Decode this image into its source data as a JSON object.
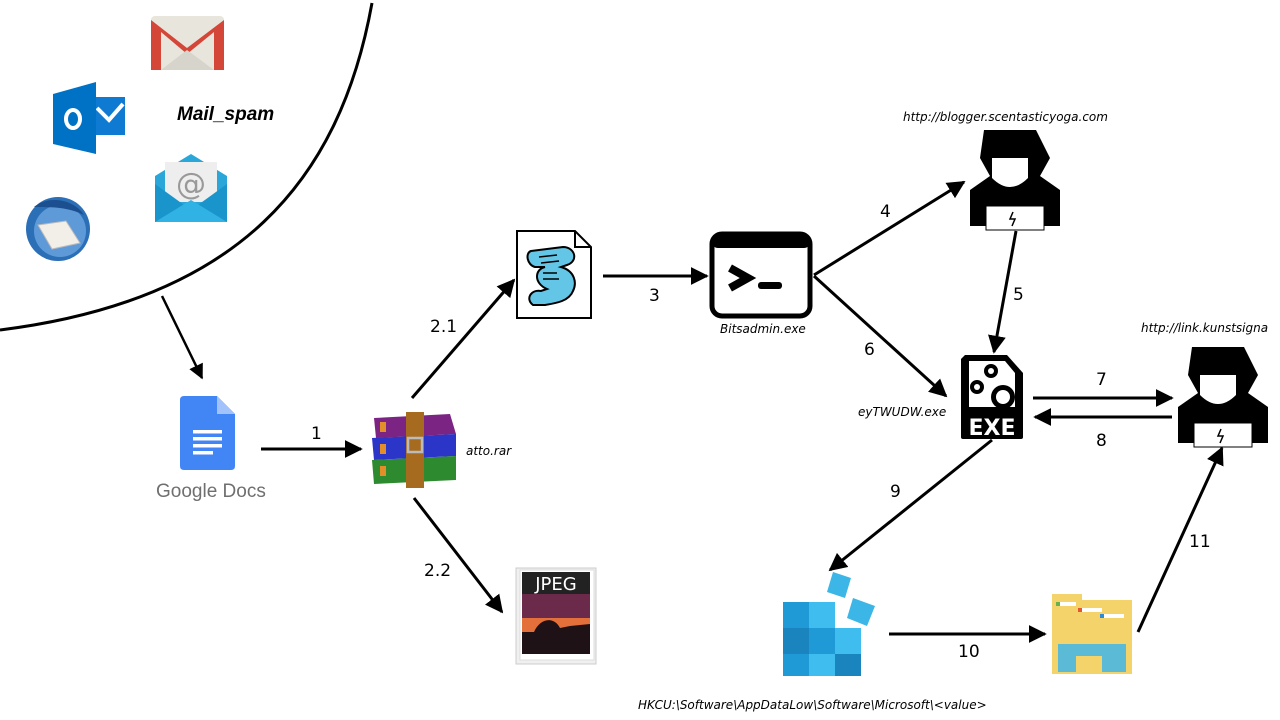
{
  "title": "Mail_spam",
  "nodes": {
    "mail_clients": [
      "Gmail",
      "Outlook",
      "Mail",
      "Thunderbird"
    ],
    "google_docs": "Google Docs",
    "rar": "atto.rar",
    "script": "",
    "bitsadmin": "Bitsadmin.exe",
    "c2_1": "http://blogger.scentasticyoga.com",
    "exe": "eyTWUDW.exe",
    "c2_2": "http://link.kunstsigna",
    "jpeg_label": "JPEG",
    "exe_label": "EXE",
    "registry": "HKCU:\\Software\\AppDataLow\\Software\\Microsoft\\<value>"
  },
  "steps": [
    "1",
    "2.1",
    "2.2",
    "3",
    "4",
    "5",
    "6",
    "7",
    "8",
    "9",
    "10",
    "11"
  ],
  "colors": {
    "arrow": "#000000",
    "gmail_red": "#d44638",
    "outlook_blue": "#0072c6",
    "gdocs_blue": "#4285f4",
    "registry_blue": "#1fa3dc",
    "folder_yellow": "#f4d36a"
  }
}
